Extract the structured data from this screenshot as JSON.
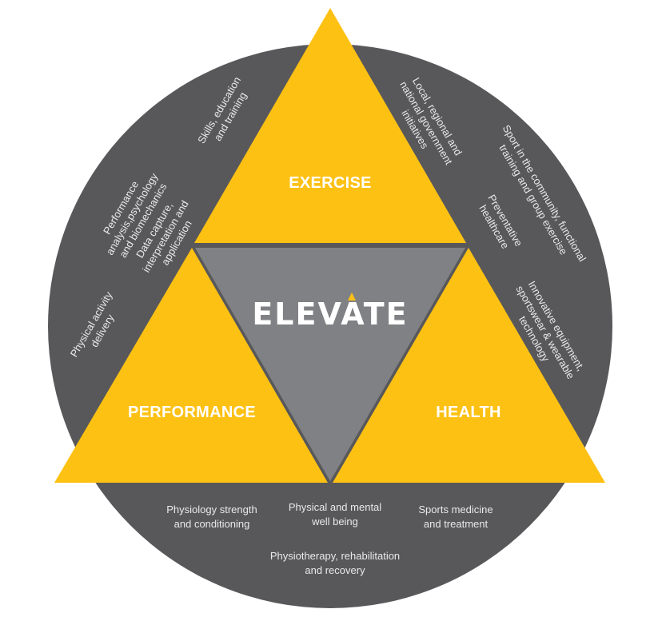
{
  "colors": {
    "ring": "#58585a",
    "triangle": "#fdc114",
    "center": "#808184",
    "text": "#e9e9ea",
    "title": "#ffffff"
  },
  "logo": {
    "text": "ELEVATE",
    "accent_icon": "yellow-triangle-accent"
  },
  "triangles": {
    "exercise": {
      "label": "EXERCISE"
    },
    "performance": {
      "label": "PERFORMANCE"
    },
    "health": {
      "label": "HEALTH"
    }
  },
  "ring_labels": {
    "skills": [
      "Skills, education",
      "and training"
    ],
    "performance_analysis": [
      "Performance",
      "analysis,psychology",
      "and biomechanics"
    ],
    "data_capture": [
      "Data capture,",
      "interpretation and",
      "application"
    ],
    "physical_activity": [
      "Physical activity",
      "delivery"
    ],
    "government": [
      "Local, regional and",
      "national government",
      "initiatives"
    ],
    "sport_community": [
      "Sport in the community, functional",
      "training and group exercise"
    ],
    "preventative": [
      "Preventative",
      "healthcare"
    ],
    "innovative": [
      "Innovative equipment,",
      "sportswear & wearable",
      "technology"
    ],
    "physiology": [
      "Physiology strength",
      "and conditioning"
    ],
    "wellbeing": [
      "Physical and mental",
      "well being"
    ],
    "sports_medicine": [
      "Sports medicine",
      "and treatment"
    ],
    "physiotherapy": [
      "Physiotherapy, rehabilitation",
      "and recovery"
    ]
  }
}
